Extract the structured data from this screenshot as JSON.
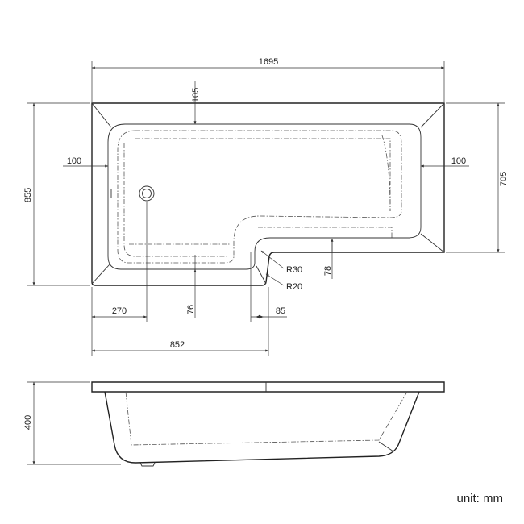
{
  "plan_view": {
    "overall_length": "1695",
    "overall_width": "855",
    "inner_width": "705",
    "rim_top": "105",
    "rim_left": "100",
    "rim_right": "100",
    "waste_from_left": "270",
    "bottom_rim": "76",
    "step_rim": "78",
    "radius_inner": "R30",
    "radius_outer": "R20",
    "step_offset": "85",
    "wide_section_length": "852"
  },
  "side_view": {
    "height": "400"
  },
  "unit_label": "unit: mm"
}
